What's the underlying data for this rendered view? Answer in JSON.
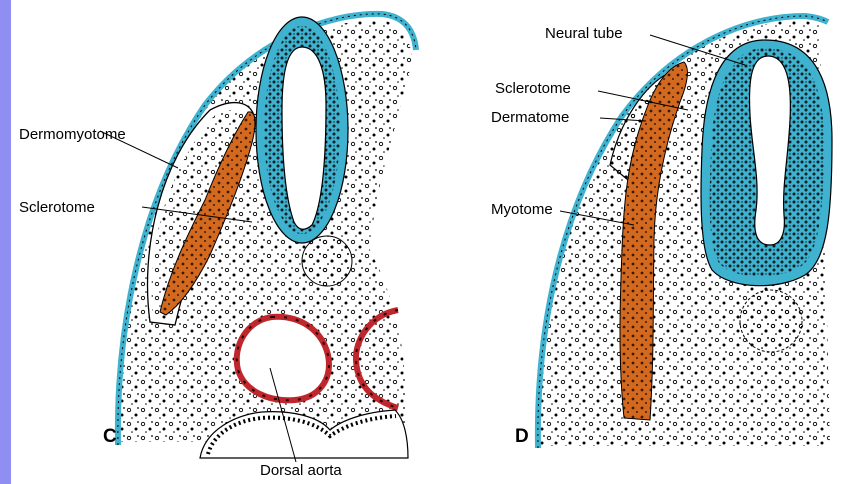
{
  "colors": {
    "side_bar": "#8f8ff3",
    "blue_layer": "#3fb2cf",
    "orange_tissue": "#d2691e",
    "red_vessel": "#c0272d",
    "ink": "#000000"
  },
  "panels": [
    {
      "letter": "C",
      "labels": {
        "dermomyotome": "Dermomyotome",
        "sclerotome": "Sclerotome",
        "dorsal_aorta": "Dorsal aorta"
      }
    },
    {
      "letter": "D",
      "labels": {
        "neural_tube": "Neural tube",
        "sclerotome": "Sclerotome",
        "dermatome": "Dermatome",
        "myotome": "Myotome"
      }
    }
  ]
}
